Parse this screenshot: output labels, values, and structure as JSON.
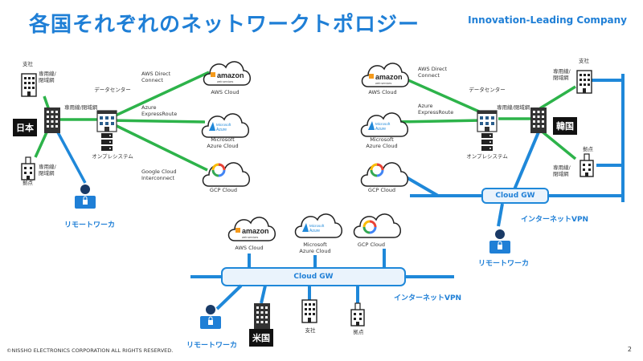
{
  "header": {
    "title": "各国それぞれのネットワークトポロジー",
    "company": "Innovation-Leading Company"
  },
  "footer": {
    "copyright": "©NISSHO ELECTRONICS CORPORATION ALL RIGHTS RESERVED.",
    "page": "2"
  },
  "clouds": {
    "aws_cloud": "AWS Cloud",
    "azure_cloud_1": "Microsoft",
    "azure_cloud_2": "Azure Cloud",
    "gcp_cloud": "GCP Cloud",
    "aws_logo": "amazon",
    "aws_logo_sub": "web services",
    "azure_logo_1": "Microsoft",
    "azure_logo_2": "Azure"
  },
  "links": {
    "aws_direct_1": "AWS Direct",
    "aws_direct_2": "Connect",
    "azure_er_1": "Azure",
    "azure_er_2": "ExpressRoute",
    "gcp_ic_1": "Google Cloud",
    "gcp_ic_2": "Interconnect",
    "dedicated_1": "専用線/",
    "dedicated_2": "閉域網",
    "dedicated_inline": "専用線/閉域網"
  },
  "sites": {
    "branch_office": "支社",
    "site": "拠点",
    "datacenter": "データセンター",
    "onprem": "オンプレシステム",
    "remote_worker": "リモートワーカ",
    "internet_vpn": "インターネットVPN",
    "cloud_gw": "Cloud GW"
  },
  "countries": {
    "japan": "日本",
    "korea": "韓国",
    "usa": "米国"
  },
  "colors": {
    "green": "#2db34a",
    "blue": "#1f88d9",
    "title_blue": "#1f7fd6"
  }
}
